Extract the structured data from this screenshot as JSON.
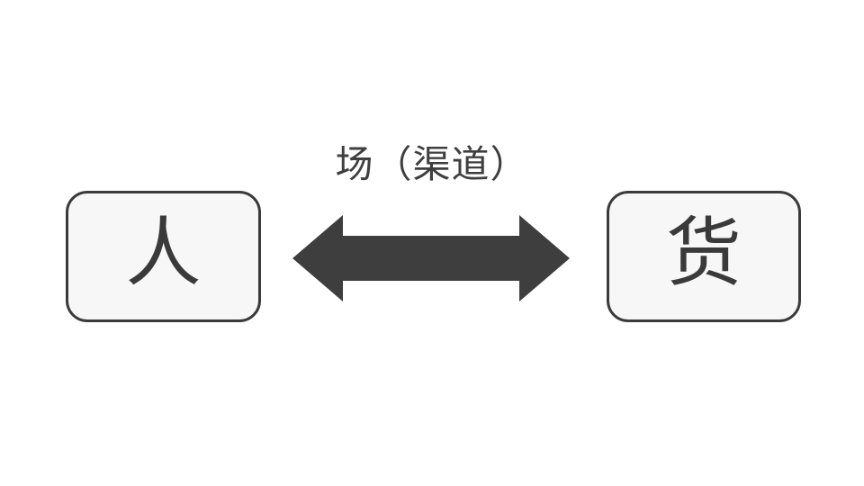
{
  "diagram": {
    "connector_label": "场（渠道）",
    "left_node": {
      "label": "人"
    },
    "right_node": {
      "label": "货"
    },
    "arrow_icon": "double-headed-arrow",
    "colors": {
      "background": "#ffffff",
      "node_fill": "#f7f7f7",
      "node_border": "#3b3b3b",
      "arrow": "#3e3e3e",
      "text": "#3a3a3a"
    }
  }
}
